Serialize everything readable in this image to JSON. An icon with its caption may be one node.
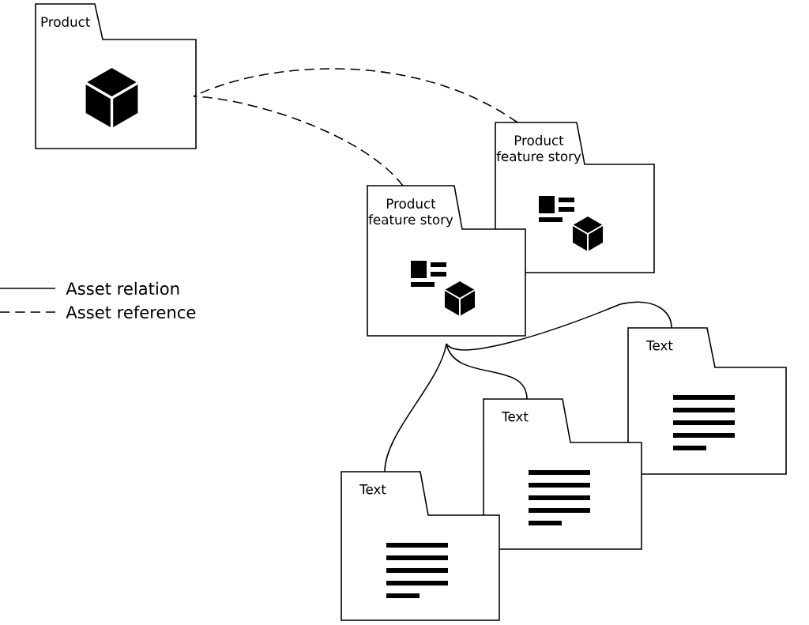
{
  "diagram": {
    "nodes": [
      {
        "text": [
          "Product"
        ]
      },
      {
        "text": [
          "Product feature story"
        ]
      },
      {
        "text": [
          "Product feature story"
        ]
      },
      {
        "text": [
          "Text"
        ]
      },
      {
        "text": [
          "Text"
        ]
      },
      {
        "text": [
          "Text"
        ]
      }
    ],
    "edges": [
      {
        "from": 1,
        "to": 0,
        "arrow": "none",
        "style": "dashed"
      },
      {
        "from": 2,
        "to": 0,
        "arrow": "none",
        "style": "dashed"
      },
      {
        "from": 2,
        "to": 3,
        "arrow": "none"
      },
      {
        "from": 2,
        "to": 4,
        "arrow": "none"
      },
      {
        "from": 2,
        "to": 5,
        "arrow": "none"
      }
    ],
    "legend": [
      {
        "text": "Asset relation"
      },
      {
        "text": "Asset reference"
      }
    ]
  }
}
